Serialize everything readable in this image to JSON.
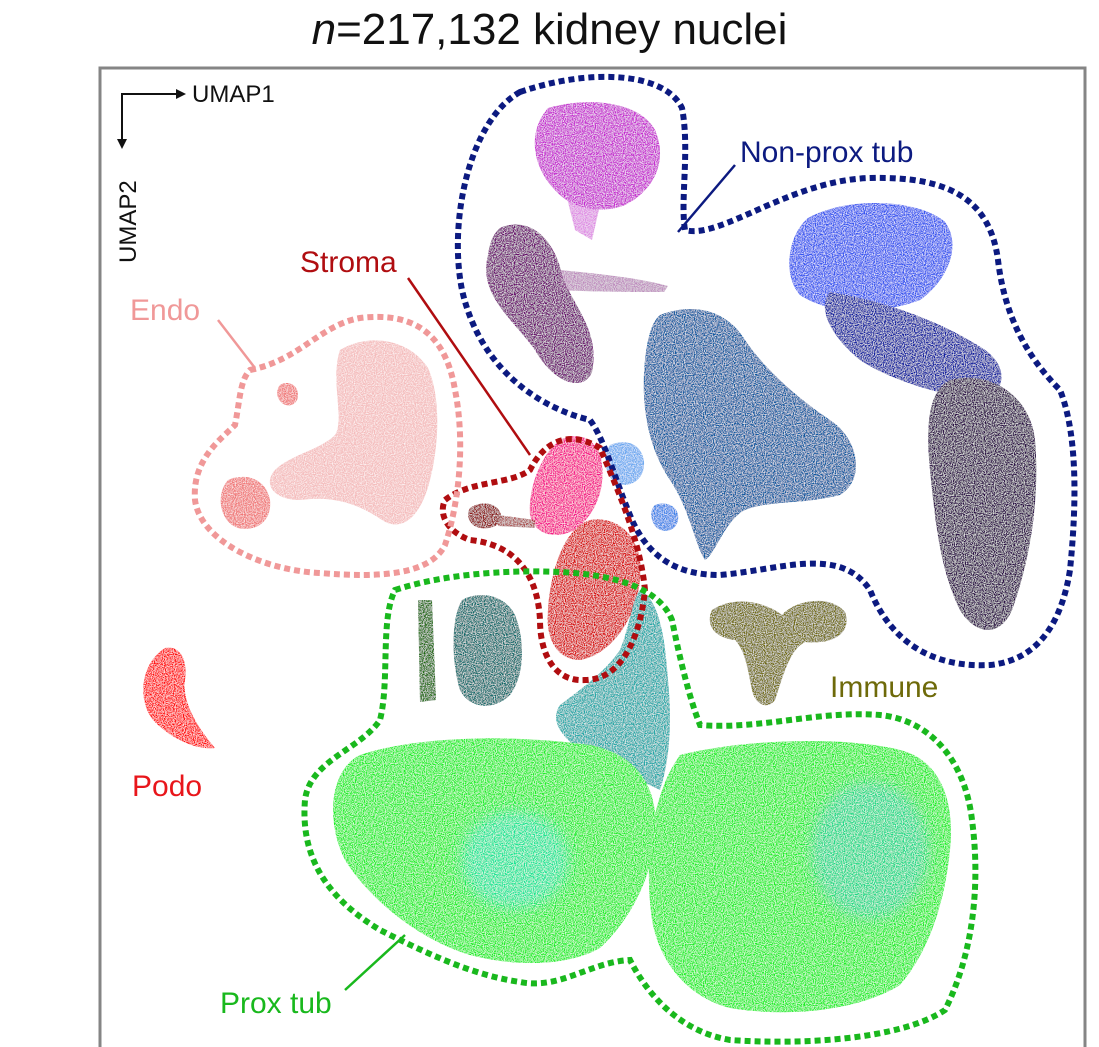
{
  "chart_data": {
    "type": "scatter",
    "title_prefix": "n",
    "title_rest": "=217,132 kidney nuclei",
    "xlabel": "UMAP1",
    "ylabel": "UMAP2",
    "legend": "inline annotations",
    "grid": false,
    "groups": [
      {
        "name": "Non-prox tub",
        "color": "#0c1a80"
      },
      {
        "name": "Stroma",
        "color": "#b00d10"
      },
      {
        "name": "Endo",
        "color": "#f09898"
      },
      {
        "name": "Immune",
        "color": "#6e6a0a"
      },
      {
        "name": "Podo",
        "color": "#e8161b"
      },
      {
        "name": "Prox tub",
        "color": "#19b81d"
      }
    ],
    "cluster_colors": [
      "#c62ad0",
      "#6a0a6e",
      "#3454f0",
      "#0a1aa0",
      "#2a0a45",
      "#0a5aa0",
      "#6aa8f0",
      "#f5168a",
      "#8a0808",
      "#d80a0a",
      "#f4bcbc",
      "#f07878",
      "#0a6b6b",
      "#1a6b10",
      "#20a8a8",
      "#1aee28",
      "#12e0e0",
      "#706a0a",
      "#ff1010"
    ]
  }
}
